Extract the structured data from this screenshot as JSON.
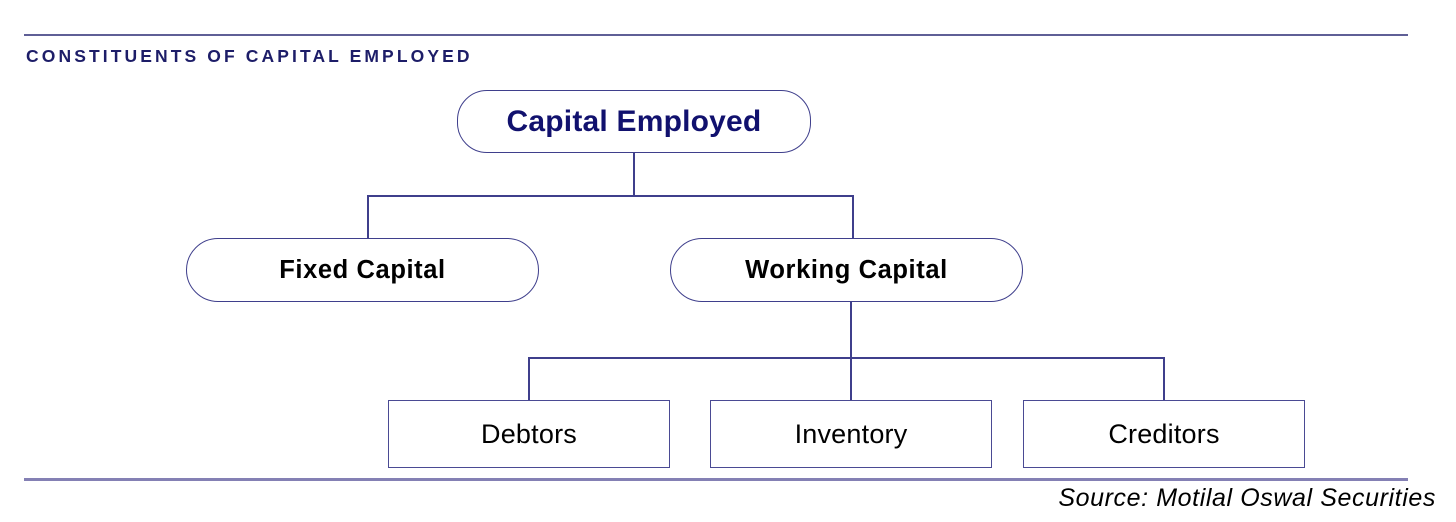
{
  "heading": "CONSTITUENTS OF CAPITAL EMPLOYED",
  "source": "Source: Motilal Oswal Securities",
  "colors": {
    "heading_text": "#1d1d68",
    "root_text": "#11116e",
    "node_border": "#3f3f8c",
    "leaf_border": "#4a4a93",
    "rule_top": "#5f5f96",
    "rule_bottom": "#8480b4",
    "node_fill": "#ffffff",
    "body_text": "#000000"
  },
  "chart_data": {
    "type": "diagram",
    "title": "CONSTITUENTS OF CAPITAL EMPLOYED",
    "layout": "top-down tree",
    "nodes": [
      {
        "id": "capital-employed",
        "label": "Capital Employed",
        "level": 0,
        "shape": "rounded-rect",
        "text_color": "#11116e",
        "bold": true
      },
      {
        "id": "fixed-capital",
        "label": "Fixed Capital",
        "level": 1,
        "shape": "pill",
        "text_color": "#000000",
        "bold": true
      },
      {
        "id": "working-capital",
        "label": "Working Capital",
        "level": 1,
        "shape": "pill",
        "text_color": "#000000",
        "bold": true
      },
      {
        "id": "debtors",
        "label": "Debtors",
        "level": 2,
        "shape": "rect",
        "text_color": "#000000",
        "bold": false
      },
      {
        "id": "inventory",
        "label": "Inventory",
        "level": 2,
        "shape": "rect",
        "text_color": "#000000",
        "bold": false
      },
      {
        "id": "creditors",
        "label": "Creditors",
        "level": 2,
        "shape": "rect",
        "text_color": "#000000",
        "bold": false
      }
    ],
    "edges": [
      {
        "from": "capital-employed",
        "to": "fixed-capital"
      },
      {
        "from": "capital-employed",
        "to": "working-capital"
      },
      {
        "from": "working-capital",
        "to": "debtors"
      },
      {
        "from": "working-capital",
        "to": "inventory"
      },
      {
        "from": "working-capital",
        "to": "creditors"
      }
    ],
    "source": "Source: Motilal Oswal Securities"
  },
  "tree": {
    "root": {
      "label": "Capital Employed"
    },
    "level1": [
      {
        "label": "Fixed Capital"
      },
      {
        "label": "Working Capital"
      }
    ],
    "level2": [
      {
        "label": "Debtors"
      },
      {
        "label": "Inventory"
      },
      {
        "label": "Creditors"
      }
    ]
  }
}
